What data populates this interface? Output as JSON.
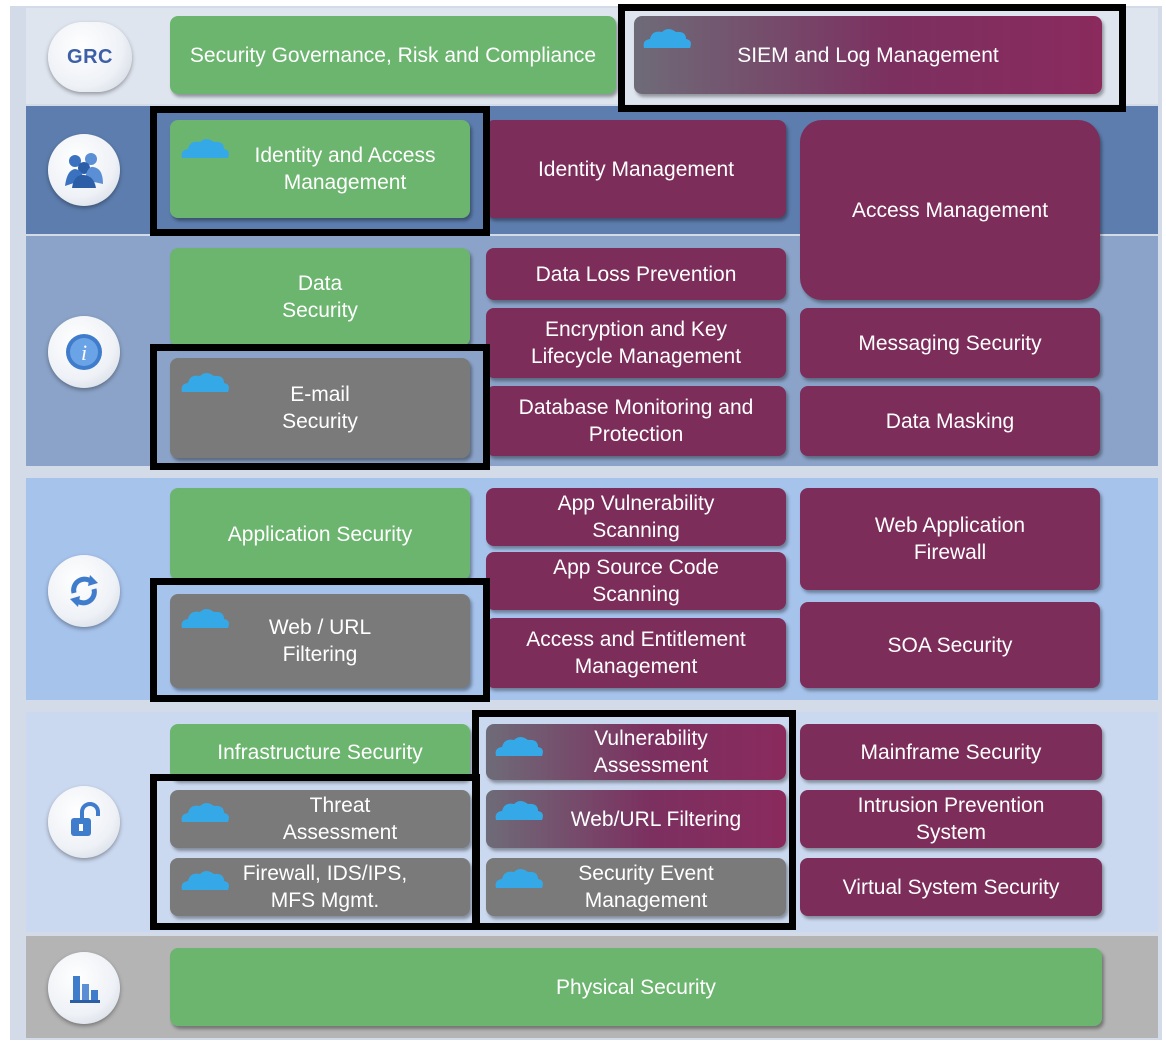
{
  "categories": [
    {
      "icon": "grc-shield-icon",
      "label": "GRC"
    },
    {
      "icon": "users-icon"
    },
    {
      "icon": "info-icon"
    },
    {
      "icon": "refresh-icon"
    },
    {
      "icon": "padlock-icon"
    },
    {
      "icon": "building-icon"
    }
  ],
  "grc": {
    "governance": "Security Governance, Risk and Compliance",
    "siem": "SIEM and Log Management"
  },
  "iam": {
    "identity_access": "Identity and Access Management",
    "identity_mgmt": "Identity Management",
    "access_mgmt": "Access Management"
  },
  "data": {
    "data_security": "Data Security",
    "email_security": "E-mail Security",
    "dlp": "Data Loss Prevention",
    "encryption": "Encryption and Key Lifecycle Management",
    "db_monitoring": "Database Monitoring and Protection",
    "messaging": "Messaging Security",
    "masking": "Data Masking"
  },
  "app": {
    "app_security": "Application Security",
    "web_url": "Web / URL Filtering",
    "vuln_scanning": "App Vulnerability Scanning",
    "source_scanning": "App Source Code Scanning",
    "entitlement": "Access and Entitlement Management",
    "waf": "Web Application Firewall",
    "soa": "SOA Security"
  },
  "infra": {
    "infra_security": "Infrastructure Security",
    "vuln_assessment": "Vulnerability Assessment",
    "threat": "Threat Assessment",
    "web_url_filtering": "Web/URL Filtering",
    "firewall": "Firewall, IDS/IPS, MFS Mgmt.",
    "sec_event": "Security Event Management",
    "mainframe": "Mainframe Security",
    "ips": "Intrusion Prevention System",
    "virtual": "Virtual System Security"
  },
  "physical": {
    "physical_security": "Physical Security"
  },
  "colors": {
    "green": "#6cb56f",
    "purple": "#7c2d5a",
    "grey": "#7a7a7a",
    "cloud": "#35a9e8",
    "highlight": "#000000"
  }
}
